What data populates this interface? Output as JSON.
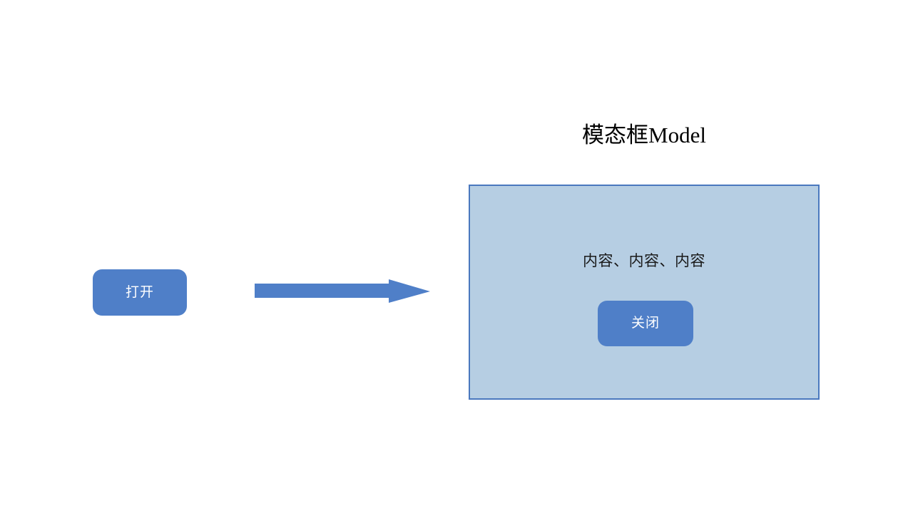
{
  "colors": {
    "button_blue": "#4F7FC8",
    "modal_fill": "#B6CEE3",
    "modal_border": "#4A78BE",
    "arrow_blue": "#4F7FC8",
    "page_background": "#FFFFFF",
    "text_dark": "#000000",
    "text_light": "#FFFFFF"
  },
  "trigger": {
    "label": "打开"
  },
  "arrow": {
    "icon": "arrow-right-icon",
    "direction": "right"
  },
  "modal": {
    "title": "模态框Model",
    "content_text": "内容、内容、内容",
    "close_label": "关闭"
  }
}
